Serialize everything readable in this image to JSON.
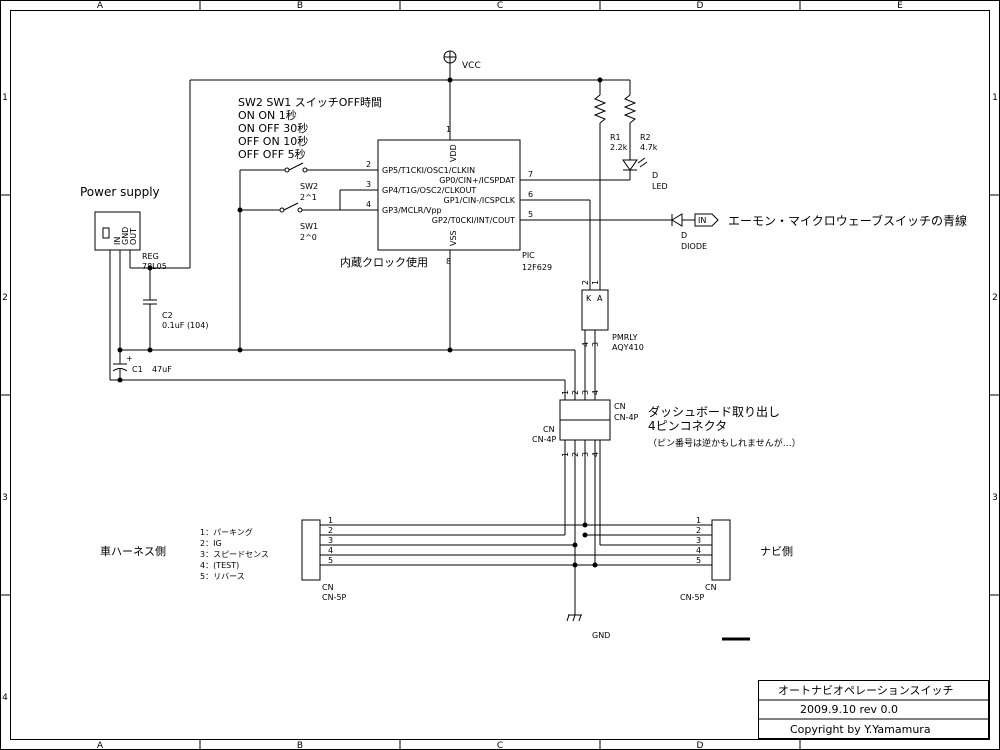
{
  "frame": {
    "col_labels": [
      "A",
      "B",
      "C",
      "D",
      "E"
    ],
    "row_labels": [
      "1",
      "2",
      "3",
      "4"
    ]
  },
  "power": {
    "vcc_label": "VCC",
    "supply_label": "Power supply",
    "gnd_label": "GND"
  },
  "switch_table": {
    "header": "SW2  SW1    スイッチOFF時間",
    "rows": [
      "ON    ON      1秒",
      "ON    OFF    30秒",
      "OFF  ON      10秒",
      "OFF  OFF    5秒"
    ]
  },
  "pic": {
    "ref": "PIC",
    "part": "12F629",
    "note": "内蔵クロック使用",
    "vdd": "VDD",
    "vss": "VSS",
    "pins_left": [
      {
        "num": "2",
        "name": "GP5/T1CKI/OSC1/CLKIN"
      },
      {
        "num": "3",
        "name": "GP4/T1G/OSC2/CLKOUT"
      },
      {
        "num": "4",
        "name": "GP3/MCLR/Vpp"
      }
    ],
    "pins_right": [
      {
        "num": "7",
        "name": "GP0/CIN+/ICSPDAT"
      },
      {
        "num": "6",
        "name": "GP1/CIN-/ICSPCLK"
      },
      {
        "num": "5",
        "name": "GP2/T0CKI/INT/COUT"
      }
    ],
    "pin_top": "1",
    "pin_bottom": "8"
  },
  "switches": {
    "sw2": {
      "ref": "SW2",
      "value": "2^1"
    },
    "sw1": {
      "ref": "SW1",
      "value": "2^0"
    }
  },
  "resistors": {
    "r1": {
      "ref": "R1",
      "value": "2.2k"
    },
    "r2": {
      "ref": "R2",
      "value": "4.7k"
    }
  },
  "led": {
    "ref": "D",
    "part": "LED"
  },
  "diode": {
    "ref": "D",
    "part": "DIODE",
    "port": "IN"
  },
  "output_note": "エーモン・マイクロウェーブスイッチの青線",
  "reg": {
    "ref": "REG",
    "part": "78L05",
    "pins": [
      "IN",
      "GND",
      "OUT"
    ]
  },
  "caps": {
    "c2": {
      "ref": "C2",
      "value": "0.1uF (104)"
    },
    "c1": {
      "ref": "C1",
      "value": "47uF"
    }
  },
  "relay": {
    "ref": "PMRLY",
    "part": "AQY410",
    "k": "K",
    "a": "A",
    "pins_top": [
      "2",
      "1"
    ],
    "pins_bottom": [
      "4",
      "3"
    ]
  },
  "cn4": {
    "ref_right": "CN",
    "part_right": "CN-4P",
    "ref_left": "CN",
    "part_left": "CN-4P",
    "pins": [
      "1",
      "2",
      "3",
      "4"
    ],
    "note1": "ダッシュボード取り出し",
    "note2": "4ピンコネクタ",
    "note3": "（ピン番号は逆かもしれませんが…）"
  },
  "cn5_left": {
    "ref": "CN",
    "part": "CN-5P",
    "side_label": "車ハーネス側",
    "pins": [
      "1",
      "2",
      "3",
      "4",
      "5"
    ],
    "functions": [
      "1：パーキング",
      "2：IG",
      "3：スピードセンス",
      "4：(TEST)",
      "5：リバース"
    ]
  },
  "cn5_right": {
    "ref": "CN",
    "part": "CN-5P",
    "side_label": "ナビ側",
    "pins": [
      "1",
      "2",
      "3",
      "4",
      "5"
    ]
  },
  "title_block": {
    "title": "オートナビオペレーションスイッチ",
    "date_rev": "2009.9.10   rev 0.0",
    "copyright": "Copyright by Y.Yamamura"
  }
}
